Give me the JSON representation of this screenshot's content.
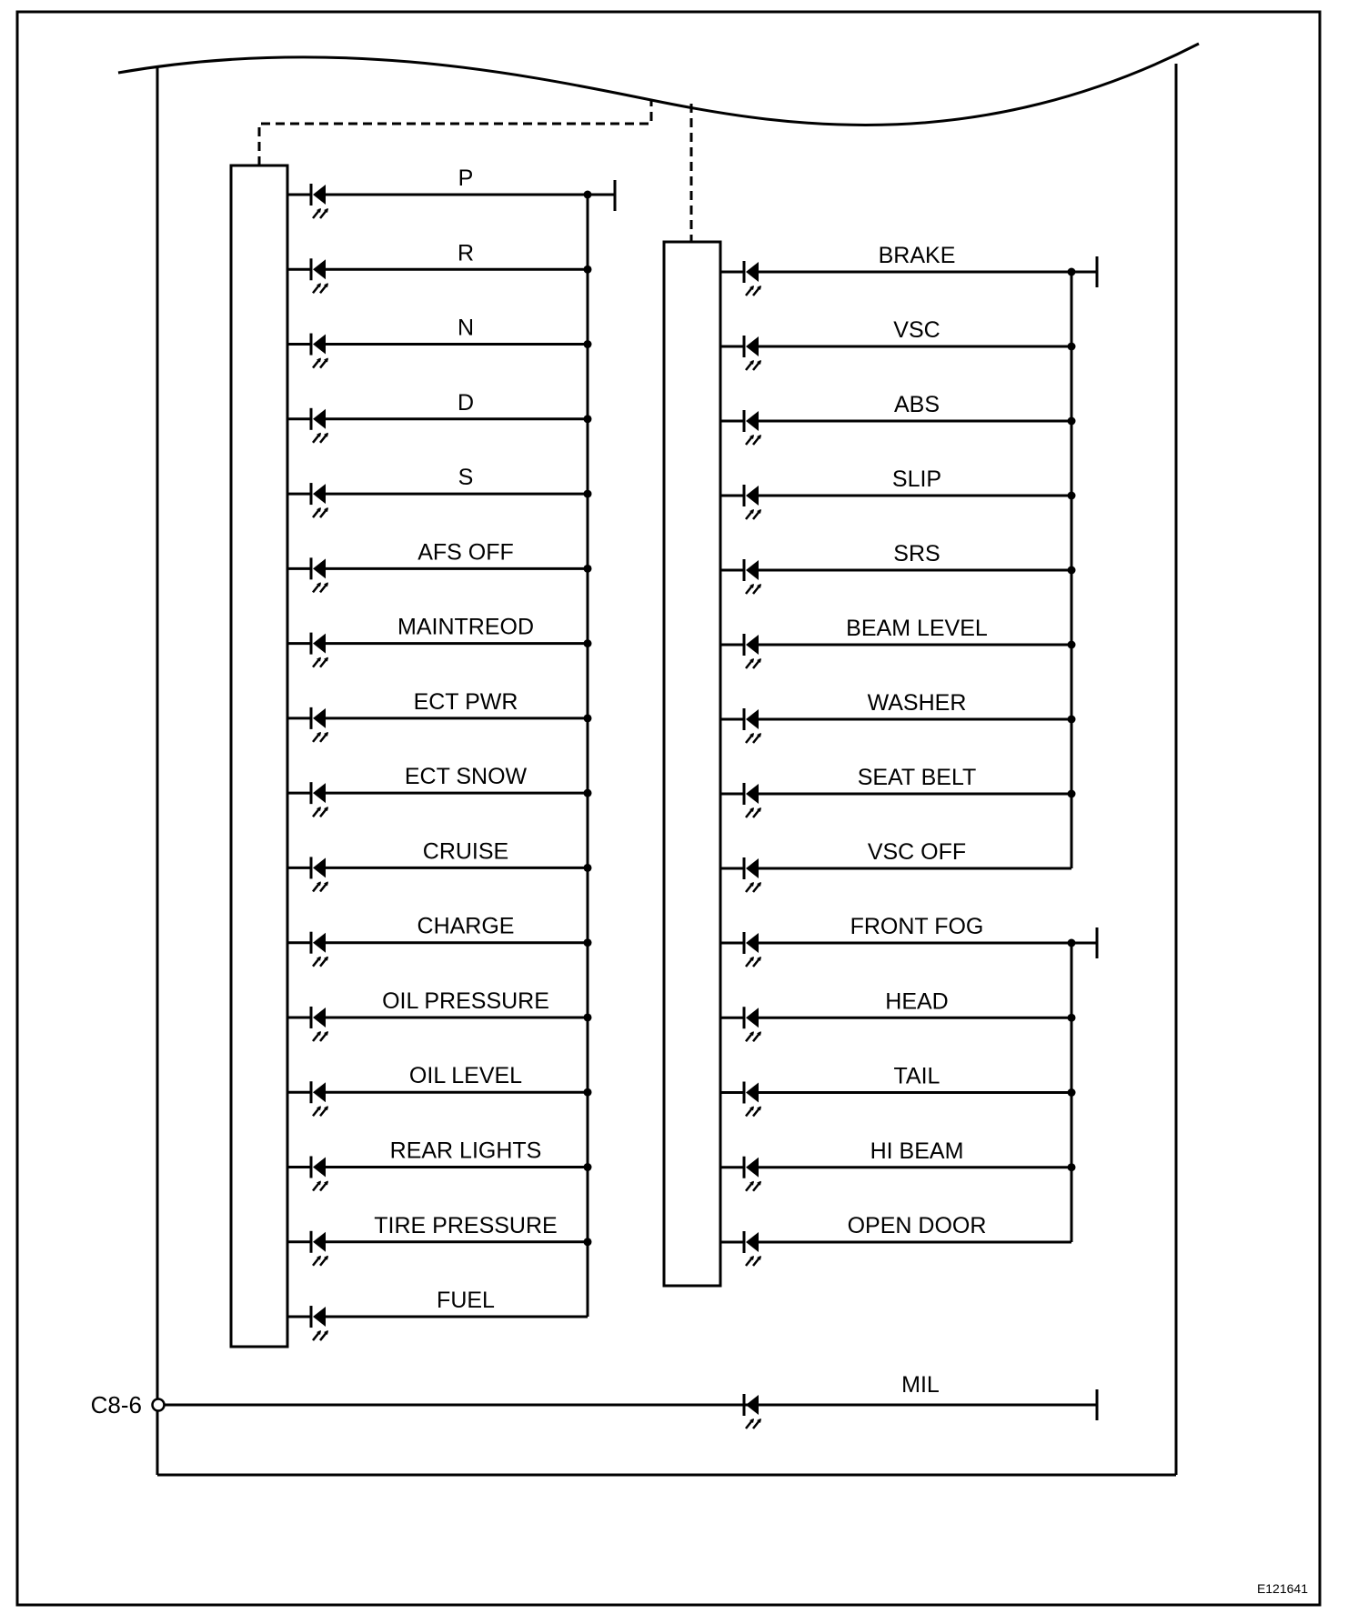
{
  "diagram": {
    "left_block": {
      "labels": [
        "P",
        "R",
        "N",
        "D",
        "S",
        "AFS OFF",
        "MAINTREOD",
        "ECT PWR",
        "ECT SNOW",
        "CRUISE",
        "CHARGE",
        "OIL PRESSURE",
        "OIL LEVEL",
        "REAR LIGHTS",
        "TIRE PRESSURE",
        "FUEL"
      ]
    },
    "right_block": {
      "group1": [
        "BRAKE",
        "VSC",
        "ABS",
        "SLIP",
        "SRS",
        "BEAM LEVEL",
        "WASHER",
        "SEAT BELT",
        "VSC OFF"
      ],
      "group2": [
        "FRONT FOG",
        "HEAD",
        "TAIL",
        "HI BEAM",
        "OPEN DOOR"
      ]
    },
    "mil": {
      "label": "MIL",
      "connector": "C8-6"
    },
    "figure_code": "E121641"
  }
}
